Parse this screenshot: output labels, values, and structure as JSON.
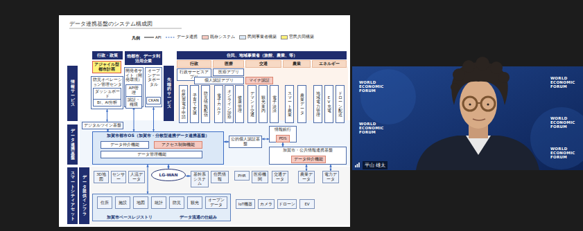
{
  "diagram": {
    "title": "データ連携基盤のシステム構成図",
    "nodes": [
      {
        "text": [
          "行政・政策"
        ]
      },
      {
        "text": [
          "他都市、データ利活用企業"
        ]
      },
      {
        "text": [
          "住民、地域事業者（旅館、農業、等）"
        ]
      },
      {
        "text": [
          "行政"
        ]
      },
      {
        "text": [
          "医療"
        ]
      },
      {
        "text": [
          "交通"
        ]
      },
      {
        "text": [
          "農業"
        ]
      },
      {
        "text": [
          "エネルギー"
        ]
      },
      {
        "text": [
          "アジャイル型都市計画"
        ]
      },
      {
        "text": [
          "情報サービス"
        ]
      },
      {
        "text": [
          "先端的サービス"
        ]
      },
      {
        "text": [
          "防災オペレーション管理センター"
        ]
      },
      {
        "text": [
          "ダッシュボード"
        ],
        "in": 11
      },
      {
        "text": [
          "BI、AI分析"
        ],
        "in": 11
      },
      {
        "text": [
          "開発者サイト（開発環境）"
        ]
      },
      {
        "text": [
          "API管理"
        ],
        "in": 14
      },
      {
        "text": [
          "認証・権限"
        ],
        "in": 14
      },
      {
        "text": [
          "オープンデータポータル"
        ]
      },
      {
        "text": [
          "CKAN"
        ],
        "in": 17
      },
      {
        "text": [
          "行政サービスアプリ"
        ]
      },
      {
        "text": [
          "医療アプリ"
        ]
      },
      {
        "text": [
          "個人認証アプリ"
        ]
      },
      {
        "text": [
          "マイナ認証"
        ]
      },
      {
        "text": [
          "住民票電子申請"
        ]
      },
      {
        "text": [
          "子育て支援"
        ]
      },
      {
        "text": [
          "防災情報配信"
        ]
      },
      {
        "text": [
          "電子カルテ"
        ]
      },
      {
        "text": [
          "オンライン診療"
        ]
      },
      {
        "text": [
          "健康管理"
        ]
      },
      {
        "text": [
          "デマンド交通"
        ]
      },
      {
        "text": [
          "観光案内"
        ]
      },
      {
        "text": [
          "電子決済"
        ]
      },
      {
        "text": [
          "スマート農業"
        ]
      },
      {
        "text": [
          "農業データ"
        ]
      },
      {
        "text": [
          "地域電力管理"
        ]
      },
      {
        "text": [
          "EV充電"
        ]
      },
      {
        "text": [
          "ドローン配送"
        ]
      },
      {
        "text": [
          "データ連携基盤"
        ]
      },
      {
        "text": [
          "デジタルツイン基盤"
        ]
      },
      {
        "text": [
          "加賀市都市OS（加賀市・分散型連携データ連携基盤）"
        ]
      },
      {
        "text": [
          "データ仲介機能"
        ],
        "in": 39
      },
      {
        "text": [
          "アクセス制御機能"
        ],
        "in": 39
      },
      {
        "text": [
          "データ管理機能"
        ],
        "in": 39
      },
      {
        "text": [
          "公的個人認証基盤"
        ]
      },
      {
        "text": [
          "情報銀行"
        ]
      },
      {
        "text": [
          "PDS"
        ],
        "in": 44
      },
      {
        "text": [
          "加賀市・公共情報連携基盤"
        ]
      },
      {
        "text": [
          "データ仲介機能"
        ],
        "in": 46
      },
      {
        "text": [
          "スマートシティアセット"
        ]
      },
      {
        "text": [
          "データ提供インフラ"
        ]
      },
      {
        "text": [
          "LG-WAN"
        ]
      },
      {
        "text": [
          "3D地図"
        ]
      },
      {
        "text": [
          "センサー"
        ]
      },
      {
        "text": [
          "人流データ"
        ]
      },
      {
        "text": [
          "基幹系システム"
        ]
      },
      {
        "text": [
          "住民情報"
        ]
      },
      {
        "text": [
          "PHR"
        ]
      },
      {
        "text": [
          "医療機関"
        ]
      },
      {
        "text": [
          "交通データ"
        ]
      },
      {
        "text": [
          "農業データ"
        ]
      },
      {
        "text": [
          "電力データ"
        ]
      },
      {
        "text": [
          "加賀市ベースレジストリ",
          "データ流通の仕組み"
        ]
      },
      {
        "text": [
          "住所"
        ],
        "in": 61
      },
      {
        "text": [
          "施設"
        ],
        "in": 61
      },
      {
        "text": [
          "地図"
        ],
        "in": 61
      },
      {
        "text": [
          "統計"
        ],
        "in": 61
      },
      {
        "text": [
          "防災"
        ],
        "in": 61
      },
      {
        "text": [
          "観光"
        ],
        "in": 61
      },
      {
        "text": [
          "オープンデータ"
        ],
        "in": 61
      },
      {
        "text": [
          "IoT機器"
        ]
      },
      {
        "text": [
          "カメラ"
        ]
      },
      {
        "text": [
          "ドローン"
        ]
      },
      {
        "text": [
          "EV"
        ]
      }
    ],
    "edges": [
      {
        "from": 38,
        "to": 39,
        "arrow": "both"
      },
      {
        "from": 11,
        "to": 38,
        "arrow": "both"
      },
      {
        "from": 14,
        "to": 39,
        "arrow": "both"
      },
      {
        "from": 17,
        "to": 39,
        "arrow": "both"
      },
      {
        "from": 39,
        "to": 43,
        "arrow": "both"
      },
      {
        "from": 43,
        "to": 44,
        "arrow": "both"
      },
      {
        "from": 44,
        "to": 46,
        "arrow": "both"
      },
      {
        "from": 39,
        "to": 50,
        "arrow": "both"
      },
      {
        "from": 50,
        "to": 54,
        "arrow": "both"
      },
      {
        "from": 39,
        "to": 61,
        "arrow": "both"
      },
      {
        "from": 46,
        "to": 59,
        "arrow": "both"
      },
      {
        "from": 46,
        "to": 60,
        "arrow": "both"
      }
    ],
    "labels": [
      "凡例",
      "WORLD ECONOMIC FORUM",
      "WORLD ECONOMIC FORUM",
      "WORLD ECONOMIC FORUM",
      "WORLD ECONOMIC FORUM",
      "WORLD ECONOMIC FORUM",
      "平山 雄太"
    ],
    "legend": [
      {
        "text": "API"
      },
      {
        "text": "データ連携"
      },
      {
        "text": "既存システム",
        "color": "#f6c9c0"
      },
      {
        "text": "民間事業者構築",
        "color": "#dbe8f7"
      },
      {
        "text": "官民共同構築",
        "color": "#fff27a"
      }
    ]
  }
}
